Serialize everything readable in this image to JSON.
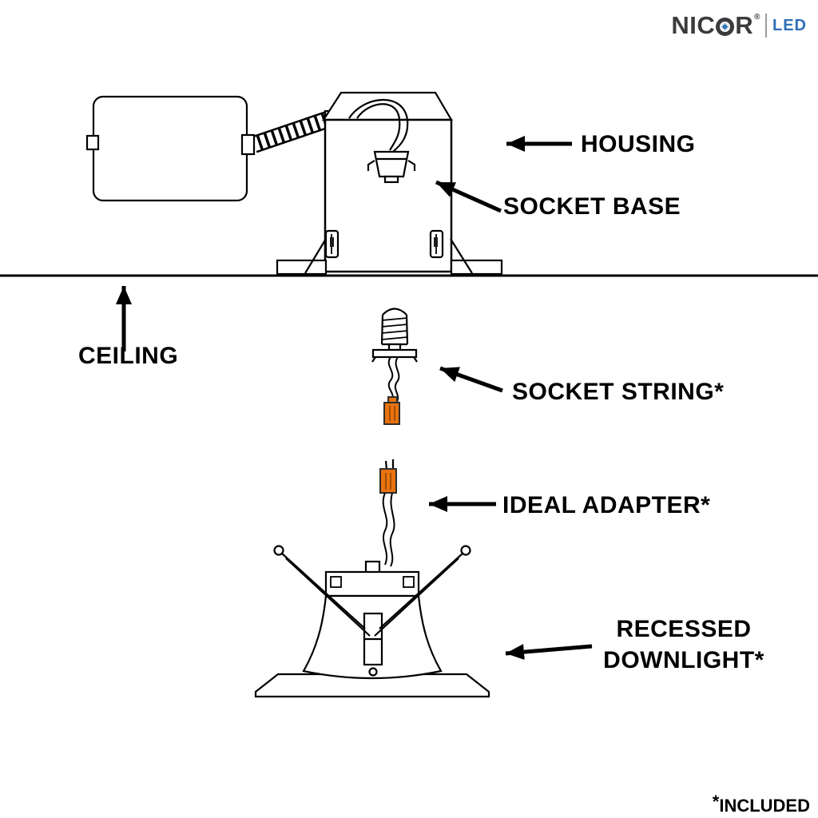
{
  "logo": {
    "brand_prefix": "NIC",
    "brand_suffix": "R",
    "registered": "®",
    "sub_brand": "LED",
    "o_star_icon": "blue-8-point-star"
  },
  "labels": {
    "housing": "HOUSING",
    "socket_base": "SOCKET BASE",
    "ceiling": "CEILING",
    "socket_string": "SOCKET STRING*",
    "ideal_adapter": "IDEAL ADAPTER*",
    "recessed_downlight_line1": "RECESSED",
    "recessed_downlight_line2": "DOWNLIGHT*"
  },
  "footnote": {
    "star": "*",
    "text": "INCLUDED"
  },
  "colors": {
    "ink": "#000000",
    "connector_orange": "#e8730e",
    "logo_dark": "#3b3b3d",
    "logo_blue": "#2e6fb7",
    "background": "#ffffff"
  },
  "diagram_parts": [
    "junction-box",
    "flex-conduit",
    "housing-can",
    "socket-base",
    "ceiling-line",
    "socket-string",
    "ideal-adapter",
    "recessed-downlight"
  ]
}
